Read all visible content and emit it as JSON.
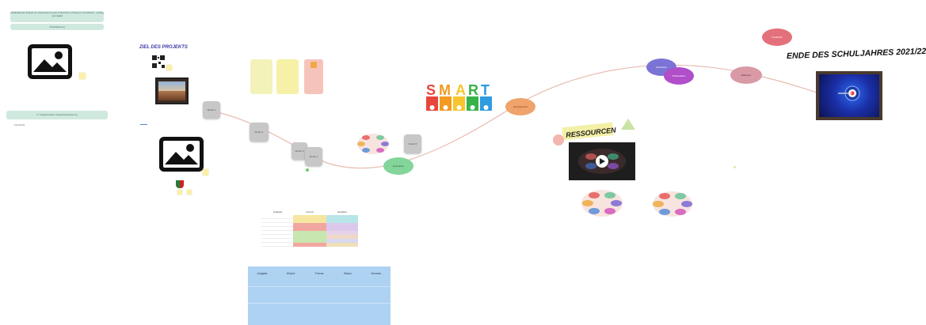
{
  "left_panel": {
    "title_box": "Musikalisches Projekt zur Verbesserung des Unterrichts in Präsenz und Distanz - analog und digital",
    "subtitle_box": "Ablaufplanung",
    "info_box": "2. Projektmodule & Ergebnissicherung",
    "tag": "Fortschritt"
  },
  "left_label": "ZIEL DES PROJEKTS",
  "timeline": {
    "cards": [
      "Modul 1",
      "Modul 2",
      "Modul 3",
      "Modul 4",
      "Modul 5"
    ],
    "green_oval": "Evaluation",
    "orange_oval": "Kompetenzen",
    "purple_oval_1": "Abschluss",
    "purple_oval_2": "Präsentation",
    "pink_oval": "Reflexion",
    "red_oval": "Feedback"
  },
  "smart": {
    "letters": [
      "S",
      "M",
      "A",
      "R",
      "T"
    ],
    "colors": [
      "#e8453c",
      "#f39a1f",
      "#f7c52b",
      "#38b24a",
      "#2f9be0"
    ]
  },
  "ressourcen": {
    "label": "RESSOURCEN"
  },
  "end": {
    "label": "ENDE DES SCHULJAHRES 2021/22"
  },
  "table1": {
    "headers": [
      "Aufgabe",
      "Person",
      "Deadline"
    ],
    "row_count": 10
  },
  "table2": {
    "headers": [
      "Aufgabe",
      "Woche",
      "Thema",
      "Status",
      "Verantw."
    ],
    "row_count": 3
  },
  "colors": {
    "teal": "#cfe9df",
    "sticky": "#fbf0a8",
    "curve": "#e3b3a8",
    "blue_table": "#aed2f2"
  }
}
